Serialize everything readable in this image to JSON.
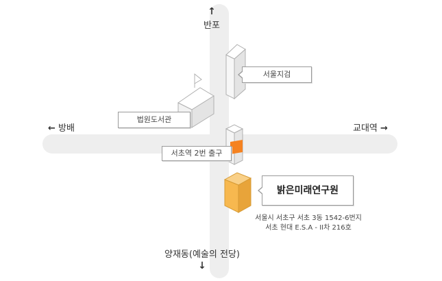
{
  "directions": {
    "north": {
      "arrow": "↑",
      "label": "반포"
    },
    "south": {
      "arrow": "↓",
      "label": "양재동(예술의 전당)"
    },
    "west": {
      "arrow": "←",
      "label": "방배"
    },
    "east": {
      "arrow": "→",
      "label": "교대역"
    }
  },
  "landmarks": {
    "seoul_prosecutors": "서울지검",
    "court_library": "법원도서관",
    "subway_exit": "서초역 2번 출구"
  },
  "destination": {
    "name": "밝은미래연구원",
    "address_line1": "서울시 서초구 서초 3동 1542-6번지",
    "address_line2": "서초 현대 E.S.A - II차 216호"
  },
  "colors": {
    "road": "#eeeeee",
    "building": "#f4f4f4",
    "building_outline": "#b0b0b0",
    "destination": "#f7b84f",
    "subway_exit": "#f58220"
  }
}
